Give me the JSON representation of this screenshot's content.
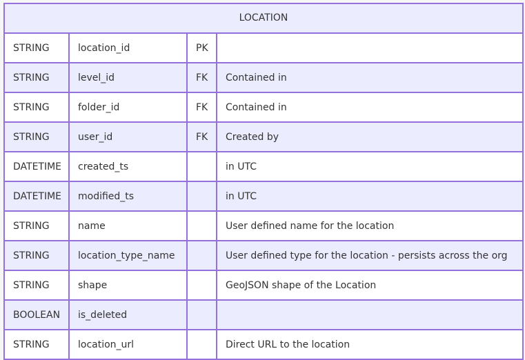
{
  "entity": {
    "name": "LOCATION",
    "attributes": [
      {
        "type": "STRING",
        "name": "location_id",
        "key": "PK",
        "comment": ""
      },
      {
        "type": "STRING",
        "name": "level_id",
        "key": "FK",
        "comment": "Contained in"
      },
      {
        "type": "STRING",
        "name": "folder_id",
        "key": "FK",
        "comment": "Contained in"
      },
      {
        "type": "STRING",
        "name": "user_id",
        "key": "FK",
        "comment": "Created by"
      },
      {
        "type": "DATETIME",
        "name": "created_ts",
        "key": "",
        "comment": "in UTC"
      },
      {
        "type": "DATETIME",
        "name": "modified_ts",
        "key": "",
        "comment": "in UTC"
      },
      {
        "type": "STRING",
        "name": "name",
        "key": "",
        "comment": "User defined name for the location"
      },
      {
        "type": "STRING",
        "name": "location_type_name",
        "key": "",
        "comment": "User defined type for the location - persists across the org"
      },
      {
        "type": "STRING",
        "name": "shape",
        "key": "",
        "comment": "GeoJSON shape of the Location"
      },
      {
        "type": "BOOLEAN",
        "name": "is_deleted",
        "key": "",
        "comment": ""
      },
      {
        "type": "STRING",
        "name": "location_url",
        "key": "",
        "comment": "Direct URL to the location"
      }
    ]
  },
  "colors": {
    "border": "#9370DB",
    "fill": "#ECECFF",
    "alt": "#FFFFFF"
  }
}
